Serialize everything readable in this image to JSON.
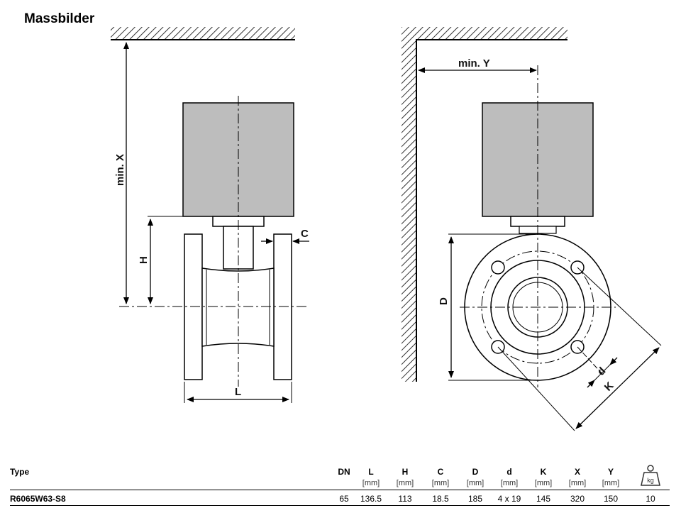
{
  "title": "Massbilder",
  "labels": {
    "min_x": "min. X",
    "min_y": "min. Y",
    "H": "H",
    "C": "C",
    "L": "L",
    "D": "D",
    "d": "d",
    "K": "K"
  },
  "table": {
    "type_header": "Type",
    "columns": [
      {
        "name": "DN",
        "unit": ""
      },
      {
        "name": "L",
        "unit": "[mm]"
      },
      {
        "name": "H",
        "unit": "[mm]"
      },
      {
        "name": "C",
        "unit": "[mm]"
      },
      {
        "name": "D",
        "unit": "[mm]"
      },
      {
        "name": "d",
        "unit": "[mm]"
      },
      {
        "name": "K",
        "unit": "[mm]"
      },
      {
        "name": "X",
        "unit": "[mm]"
      },
      {
        "name": "Y",
        "unit": "[mm]"
      }
    ],
    "weight_icon_unit": "kg",
    "rows": [
      {
        "type": "R6065W63-S8",
        "values": [
          "65",
          "136.5",
          "113",
          "18.5",
          "185",
          "4 x 19",
          "145",
          "320",
          "150",
          "10"
        ]
      }
    ]
  }
}
